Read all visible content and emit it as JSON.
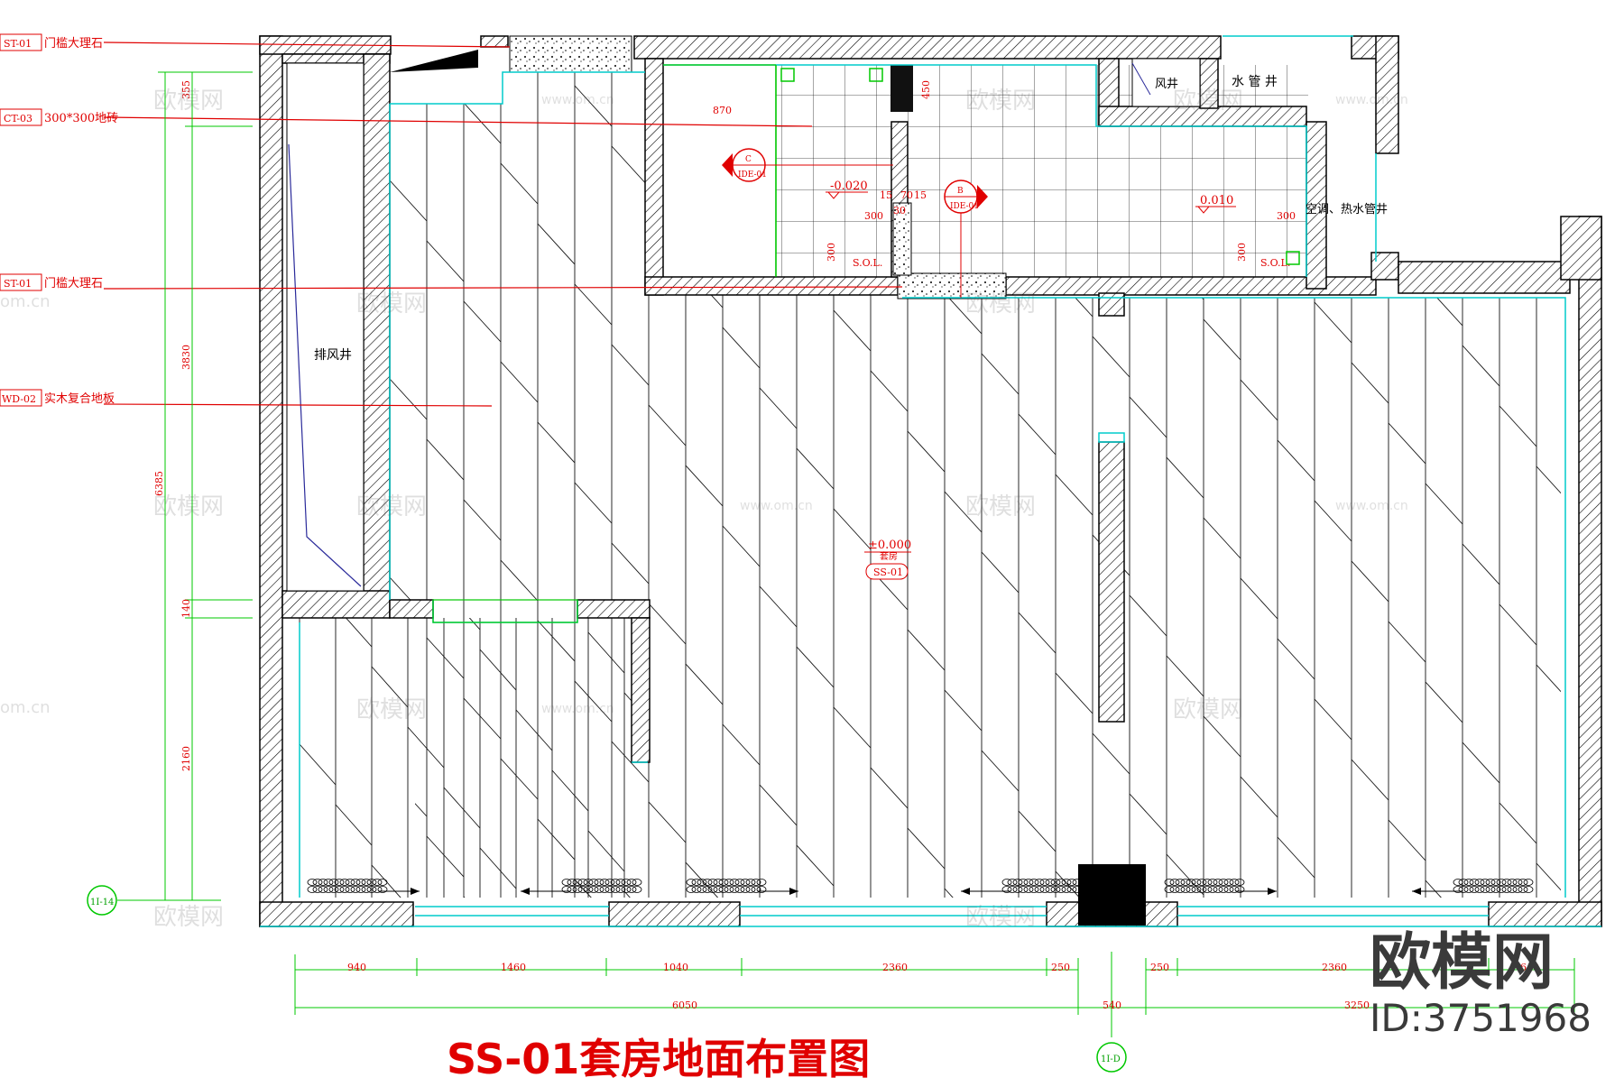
{
  "title": "SS-01套房地面布置图",
  "watermark": {
    "brand": "欧模网",
    "id_label": "ID:3751968",
    "url": "www.om.cn",
    "partial_url": "om.cn"
  },
  "callouts": [
    {
      "code": "ST-01",
      "text": "门槛大理石"
    },
    {
      "code": "CT-03",
      "text": "300*300地砖"
    },
    {
      "code": "ST-01",
      "text": "门槛大理石"
    },
    {
      "code": "WD-02",
      "text": "实木复合地板"
    }
  ],
  "rooms": {
    "exhaust_shaft": "排风井",
    "air_shaft": "风井",
    "water_pipe_shaft": "水  管  井",
    "ac_hot_water_shaft": "空调、热水管井"
  },
  "levels": {
    "bath_left": "-0.020",
    "bath_right": "0.010",
    "room_main": "±0.000",
    "room_main_sub": "套房",
    "room_code": "SS-01"
  },
  "section_marks": [
    {
      "top": "C",
      "bottom": "IDE-01"
    },
    {
      "top": "B",
      "bottom": "IDE-01"
    }
  ],
  "bath_dims": {
    "d870": "870",
    "d450": "450",
    "d300a": "300",
    "d300b": "300",
    "d300c": "300",
    "d300d": "300",
    "d15a": "15",
    "d70": "70",
    "d15b": "15",
    "d30": "30",
    "sol": "S.O.L.",
    "sol2": "S.O.L."
  },
  "vertical_dims": {
    "d355": "355",
    "d3830": "3830",
    "d6385": "6385",
    "d140": "140",
    "d2160": "2160"
  },
  "bottom_dims": {
    "row1": [
      "940",
      "1460",
      "1040",
      "2360",
      "250",
      "250",
      "2360",
      "640"
    ],
    "row2": [
      "6050",
      "540",
      "3250"
    ]
  },
  "axis_labels": {
    "left": "1I-14",
    "bottom": "1I-D"
  },
  "colors": {
    "wall": "#000000",
    "cyan": "#00cccc",
    "green": "#00c800",
    "red": "#e00000",
    "blue": "#2a2a9a",
    "title": "#e00000",
    "watermark": "#333333"
  }
}
